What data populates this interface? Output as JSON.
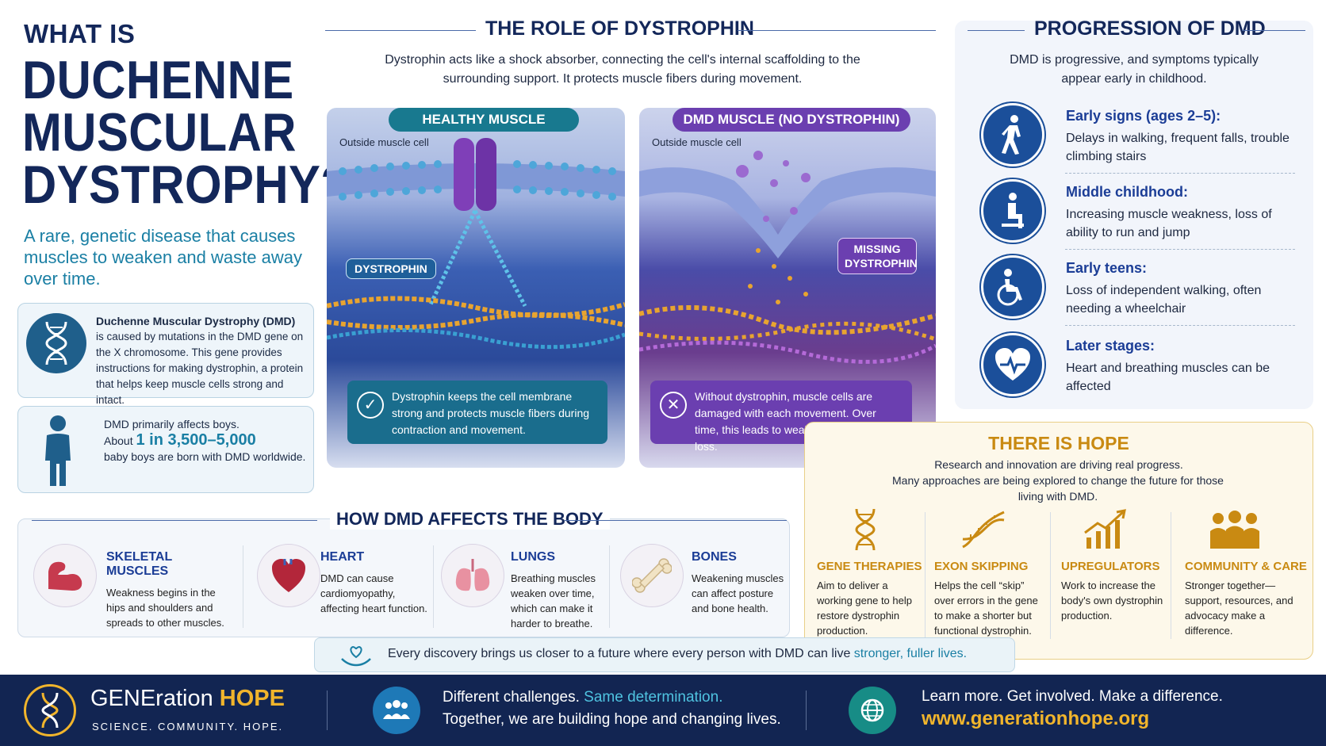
{
  "header": {
    "title_small": "WHAT IS",
    "title_big": "DUCHENNE MUSCULAR DYSTROPHY?",
    "subtitle": "A rare, genetic disease that causes muscles to weaken and waste away over time."
  },
  "info_cards": {
    "dmd": {
      "heading": "Duchenne Muscular Dystrophy (DMD)",
      "text": "is caused by mutations in the DMD gene on the X chromosome. This gene provides instructions for making dystrophin, a protein that helps keep muscle cells strong and intact.",
      "icon": "dna-icon"
    },
    "boys": {
      "line1": "DMD primarily affects boys.",
      "about": "About",
      "stat": "1 in 3,500–5,000",
      "line2": "baby boys are born with DMD worldwide.",
      "icon": "boy-icon"
    }
  },
  "role": {
    "heading": "THE ROLE OF DYSTROPHIN",
    "intro": "Dystrophin acts like a shock absorber, connecting the cell's internal scaffolding to the surrounding support. It protects muscle fibers during movement.",
    "healthy": {
      "label": "HEALTHY MUSCLE",
      "outside": "Outside muscle cell",
      "callout": "DYSTROPHIN",
      "caption": "Dystrophin keeps the cell membrane strong and protects muscle fibers during contraction and movement."
    },
    "dmd": {
      "label": "DMD MUSCLE (NO DYSTROPHIN)",
      "outside": "Outside muscle cell",
      "callout": "MISSING DYSTROPHIN",
      "caption": "Without dystrophin, muscle cells are damaged with each movement. Over time, this leads to weakness and muscle loss."
    }
  },
  "progression": {
    "heading": "PROGRESSION OF DMD",
    "intro": "DMD is progressive, and symptoms typically appear early in childhood.",
    "stages": [
      {
        "title": "Early signs (ages 2–5):",
        "desc": "Delays in walking, frequent falls, trouble climbing stairs",
        "icon": "walking-icon"
      },
      {
        "title": "Middle childhood:",
        "desc": "Increasing muscle weakness, loss of ability to run and jump",
        "icon": "seated-person-icon"
      },
      {
        "title": "Early teens:",
        "desc": "Loss of independent walking, often needing a wheelchair",
        "icon": "wheelchair-icon"
      },
      {
        "title": "Later stages:",
        "desc": "Heart and breathing muscles can be affected",
        "icon": "heart-pulse-icon"
      }
    ]
  },
  "body": {
    "heading": "HOW DMD AFFECTS THE BODY",
    "items": [
      {
        "title": "SKELETAL MUSCLES",
        "desc": "Weakness begins in the hips and shoulders and spreads to other muscles."
      },
      {
        "title": "HEART",
        "desc": "DMD can cause cardiomyopathy, affecting heart function."
      },
      {
        "title": "LUNGS",
        "desc": "Breathing muscles weaken over time, which can make it harder to breathe."
      },
      {
        "title": "BONES",
        "desc": "Weakening muscles can affect posture and bone health."
      }
    ]
  },
  "hope": {
    "heading": "THERE IS HOPE",
    "intro1": "Research and innovation are driving real progress.",
    "intro2": "Many approaches are being explored to change the future for those living with DMD.",
    "items": [
      {
        "title": "GENE THERAPIES",
        "desc": "Aim to deliver a working gene to help restore dystrophin production."
      },
      {
        "title": "EXON SKIPPING",
        "desc": "Helps the cell “skip” over errors in the gene to make a shorter but functional dystrophin."
      },
      {
        "title": "UPREGULATORS",
        "desc": "Work to increase the body's own dystrophin production."
      },
      {
        "title": "COMMUNITY & CARE",
        "desc": "Stronger together—support, resources, and advocacy make a difference."
      }
    ]
  },
  "banner": {
    "text": "Every discovery brings us closer to a future where every person with DMD can live",
    "accent": "stronger, fuller lives."
  },
  "footer": {
    "brand_prefix": "GENEration",
    "brand_suffix": "HOPE",
    "tagline": "SCIENCE. COMMUNITY. HOPE.",
    "msg1_a": "Different challenges.",
    "msg1_b": "Same determination.",
    "msg1_c": "Together, we are building hope and changing lives.",
    "msg2_a": "Learn more. Get involved. Make a difference.",
    "url": "www.generationhope.org"
  },
  "colors": {
    "navy": "#13275a",
    "teal": "#157a9a",
    "purple": "#6b3fb0",
    "gold": "#c98a12",
    "footer": "#122552"
  }
}
